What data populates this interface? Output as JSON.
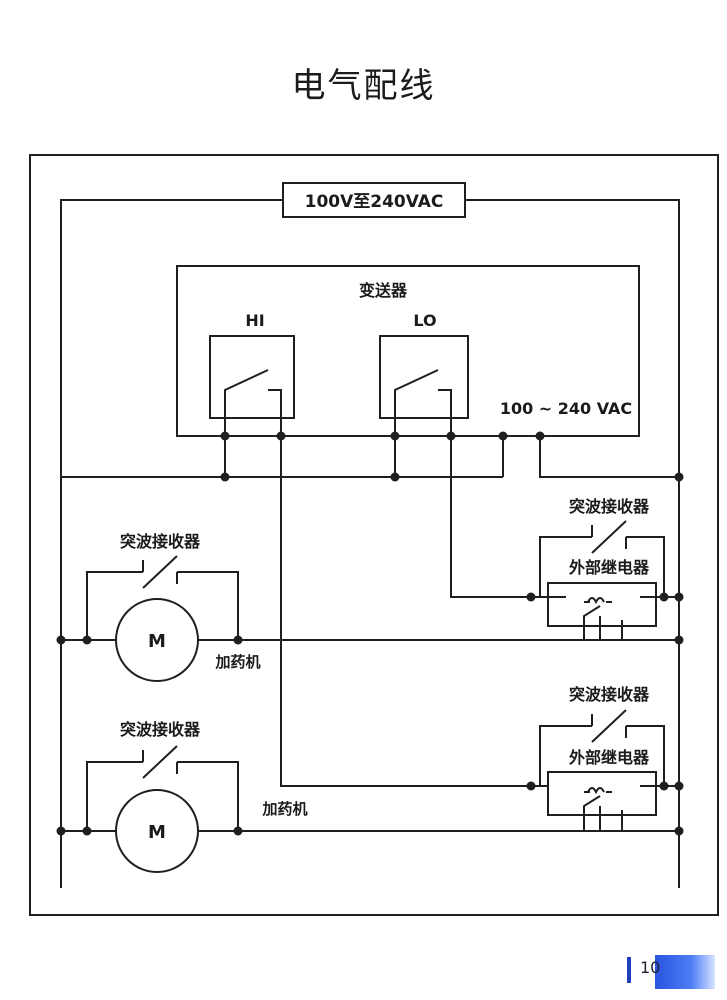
{
  "title": "电气配线",
  "diagram": {
    "supply_label": "100V至240VAC",
    "transmitter": {
      "label": "变送器",
      "relay_hi": "HI",
      "relay_lo": "LO",
      "power_label": "100 ~ 240 VAC"
    },
    "surge_absorber_label": "突波接收器",
    "external_relay_label": "外部继电器",
    "motor_symbol": "M",
    "dosing_machine_label": "加药机"
  },
  "page_number": "10"
}
